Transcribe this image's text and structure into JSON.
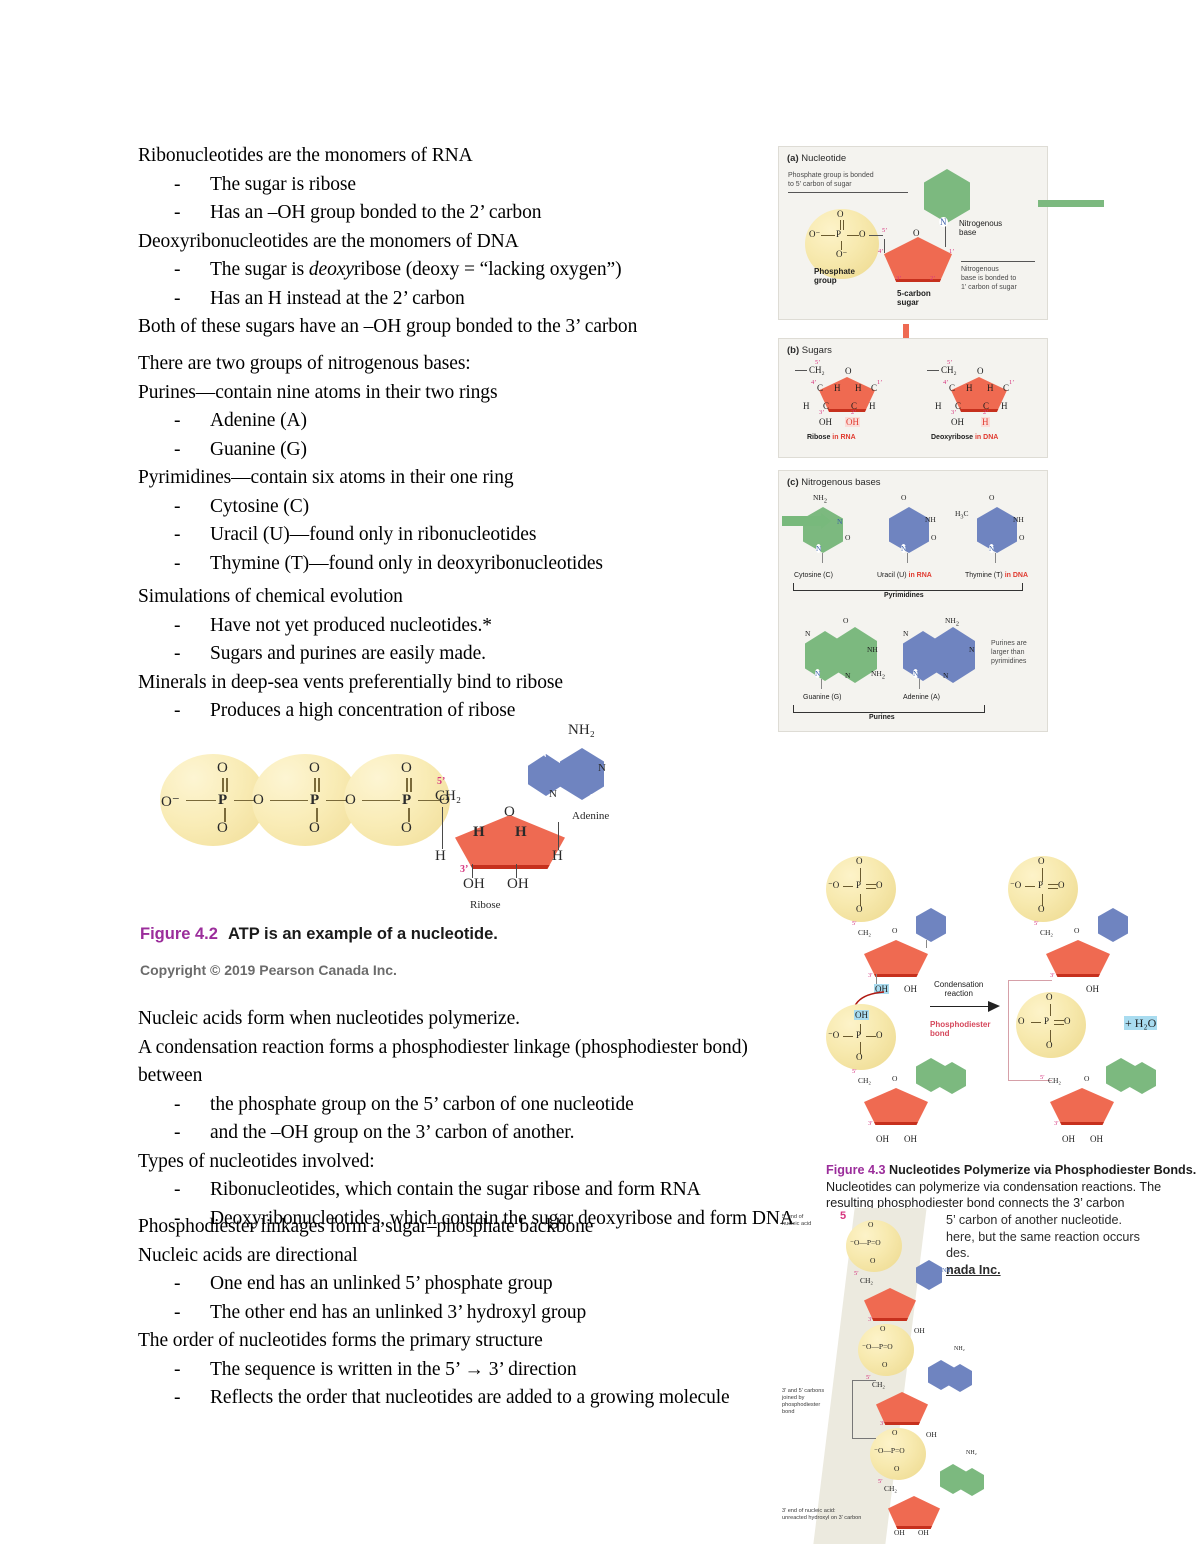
{
  "document": {
    "type": "lecture-notes",
    "accent_purple": "#9b2d9b",
    "phosphate_yellow": "#f5e6ab",
    "sugar_red": "#ee6a52",
    "purine_green": "#7cb97f",
    "pyrimidine_blue": "#6f84c0"
  },
  "notes": {
    "block1": [
      {
        "style": "plain",
        "text": "Ribonucleotides are the monomers of RNA"
      },
      {
        "style": "bullet",
        "text": "The sugar is ribose"
      },
      {
        "style": "bullet",
        "text": "Has an –OH group bonded to the 2’ carbon"
      },
      {
        "style": "plain",
        "text": "Deoxyribonucleotides are the monomers of DNA"
      },
      {
        "style": "bullet",
        "text": "The sugar is deoxyribose (deoxy = “lacking oxygen”)",
        "italic_part": "deoxy"
      },
      {
        "style": "bullet",
        "text": "Has an H instead at the 2’ carbon"
      },
      {
        "style": "plain",
        "text": "Both of these sugars have an –OH group bonded to the 3’ carbon"
      }
    ],
    "block2": [
      {
        "style": "plain",
        "text": "There are two groups of nitrogenous bases:"
      },
      {
        "style": "plain",
        "text": "Purines—contain nine atoms in their two rings"
      },
      {
        "style": "bullet",
        "text": "Adenine (A)"
      },
      {
        "style": "bullet",
        "text": "Guanine (G)"
      },
      {
        "style": "plain",
        "text": "Pyrimidines—contain six atoms in their one ring"
      },
      {
        "style": "bullet",
        "text": "Cytosine (C)"
      },
      {
        "style": "bullet",
        "text": "Uracil (U)—found only in ribonucleotides"
      },
      {
        "style": "bullet",
        "text": "Thymine (T)—found only in deoxyribonucleotides"
      }
    ],
    "block3": [
      {
        "style": "plain",
        "text": "Simulations of chemical evolution"
      },
      {
        "style": "bullet",
        "text": "Have not yet produced nucleotides.*"
      },
      {
        "style": "bullet",
        "text": "Sugars and purines are easily made."
      },
      {
        "style": "plain",
        "text": "Minerals in deep-sea vents preferentially bind to ribose"
      },
      {
        "style": "bullet",
        "text": "Produces a high concentration of ribose"
      }
    ],
    "block4": [
      {
        "style": "plain",
        "text": "Nucleic acids form when nucleotides polymerize."
      },
      {
        "style": "plain",
        "text": "A condensation reaction forms a phosphodiester linkage (phosphodiester bond)"
      },
      {
        "style": "plain",
        "text": "between"
      },
      {
        "style": "bullet",
        "text": "the phosphate group on the 5’ carbon of one nucleotide"
      },
      {
        "style": "bullet",
        "text": "and the –OH group on the 3’ carbon of another."
      },
      {
        "style": "plain",
        "text": "Types of nucleotides involved:"
      },
      {
        "style": "bullet",
        "text": "Ribonucleotides, which contain the sugar ribose and form RNA"
      },
      {
        "style": "bullet",
        "text": "Deoxyribonucleotides, which contain the sugar deoxyribose and form DNA"
      }
    ],
    "block5": [
      {
        "style": "plain",
        "text": "Phosphodiester linkages form a sugar–phosphate backbone"
      },
      {
        "style": "plain",
        "text": "Nucleic acids are directional"
      },
      {
        "style": "bullet",
        "text": "One end has an unlinked 5’ phosphate group"
      },
      {
        "style": "bullet",
        "text": "The other end has an unlinked 3’ hydroxyl group"
      },
      {
        "style": "plain",
        "text": "The order of nucleotides forms the primary structure"
      },
      {
        "style": "bullet",
        "text": "The sequence is written in the 5’ → 3’ direction"
      },
      {
        "style": "bullet",
        "text": "Reflects the order that nucleotides are added to a growing molecule"
      }
    ]
  },
  "figure42": {
    "caption_number": "Figure 4.2",
    "caption_title": "ATP is an example of a nucleotide.",
    "copyright": "Copyright © 2019 Pearson Canada Inc.",
    "labels": {
      "ribose": "Ribose",
      "adenine": "Adenine",
      "nh2": "NH₂",
      "ch2": "CH₂",
      "five_prime": "5’",
      "three_prime": "3’",
      "oh_left": "OH",
      "oh_right": "OH",
      "h_left": "H",
      "h_right": "H",
      "h_ring_left": "H",
      "h_ring_right": "H",
      "o_ring": "O",
      "o_minus": "O⁻",
      "p": "P",
      "o": "O",
      "n": "N"
    }
  },
  "figure41": {
    "panel_a": {
      "label_prefix": "(a)",
      "label": "Nucleotide",
      "callout_left": "Phosphate group is bonded\nto 5’ carbon of sugar",
      "callout_right": "Nitrogenous\nbase is bonded to\n1’ carbon of sugar",
      "phosphate_group": "Phosphate\ngroup",
      "sugar": "5-carbon\nsugar",
      "base": "Nitrogenous\nbase",
      "atoms": {
        "o_top": "O",
        "o_left": "O⁻",
        "p": "P",
        "o_right": "O",
        "o_bottom": "O⁻",
        "n": "N"
      },
      "carbons": [
        "5’",
        "4’",
        "3’",
        "2’",
        "1’"
      ]
    },
    "panel_b": {
      "label_prefix": "(b)",
      "label": "Sugars",
      "left_name": "Ribose",
      "left_in": "in RNA",
      "right_name": "Deoxyribose",
      "right_in": "in DNA",
      "atoms": [
        "CH₂",
        "O",
        "C",
        "H",
        "H",
        "C",
        "OH",
        "OH",
        "H"
      ],
      "left_highlight": "OH",
      "right_highlight": "H"
    },
    "panel_c": {
      "label_prefix": "(c)",
      "label": "Nitrogenous bases",
      "pyrimidines": [
        {
          "name": "Cytosine (C)",
          "suffix": ""
        },
        {
          "name": "Uracil (U)",
          "suffix": "in RNA"
        },
        {
          "name": "Thymine (T)",
          "suffix": "in DNA"
        }
      ],
      "pyrimidines_group": "Pyrimidines",
      "purines": [
        {
          "name": "Guanine (G)"
        },
        {
          "name": "Adenine (A)"
        }
      ],
      "purines_group": "Purines",
      "purines_note": "Purines are\nlarger than\npyrimidines"
    }
  },
  "figure43": {
    "caption_number": "Figure 4.3",
    "caption_title": "Nucleotides Polymerize via Phosphodiester",
    "caption_body_bold": "Bonds.",
    "caption_body": "Nucleotides can polymerize via condensation reactions. The resulting phosphodiester bond connects the 3’ carbon",
    "caption_tail": [
      "5’ carbon of another nucleotide.",
      "here, but the same reaction occurs",
      "des."
    ],
    "caption_credit": "nada Inc.",
    "labels": {
      "condensation": "Condensation\nreaction",
      "phosphodiester": "Phosphodiester\nbond",
      "water": "+ H₂O",
      "oh_left_highlight": "OH",
      "oh_left_plain": "OH",
      "oh_lower_highlight": "OH",
      "oh_right_top": "OH",
      "oh_right_bottom_1": "OH",
      "oh_right_bottom_2": "OH",
      "oh_bottom_left_1": "OH",
      "oh_bottom_left_2": "OH"
    }
  },
  "figure44": {
    "label_top": "5’ end of\nnucleic acid",
    "marker": "5",
    "label_mid": "3’ and 5’ carbons\njoined by\nphosphodiester\nbond",
    "label_bottom": "3’ end of nucleic acid:\nunreacted hydroxyl on 3’ carbon"
  }
}
